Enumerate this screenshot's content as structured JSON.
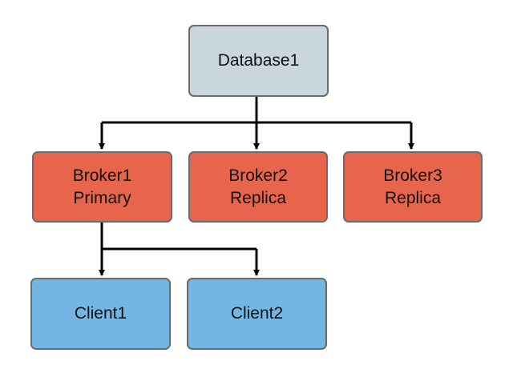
{
  "colors": {
    "database": "#c9d6dd",
    "broker": "#e8654d",
    "client": "#74b6e3",
    "connector": "#000000",
    "border": "#6b6b6b"
  },
  "nodes": {
    "database1": {
      "line1": "Database1"
    },
    "broker1": {
      "line1": "Broker1",
      "line2": "Primary"
    },
    "broker2": {
      "line1": "Broker2",
      "line2": "Replica"
    },
    "broker3": {
      "line1": "Broker3",
      "line2": "Replica"
    },
    "client1": {
      "line1": "Client1"
    },
    "client2": {
      "line1": "Client2"
    }
  }
}
